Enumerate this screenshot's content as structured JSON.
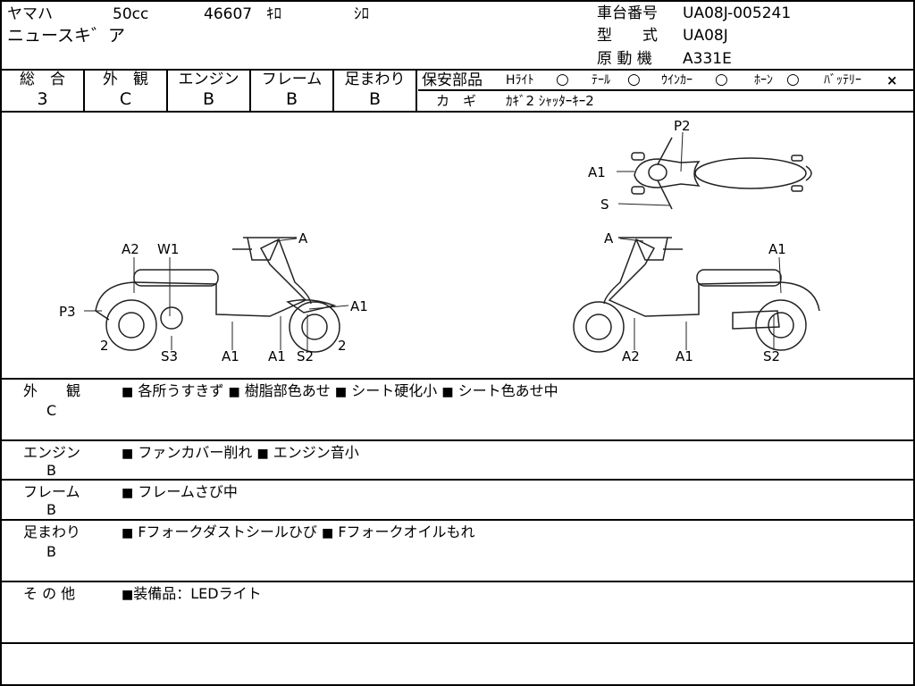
{
  "header": {
    "maker": "ヤマハ",
    "displacement": "50cc",
    "mileage": "46607",
    "mileage_unit": "ｷﾛ",
    "color": "ｼﾛ",
    "model_name": "ニュースキ゛ア",
    "chassis_label": "車台番号",
    "chassis_value": "UA08J-005241",
    "type_label": "型　　式",
    "type_value": "UA08J",
    "engine_label": "原 動 機",
    "engine_value": "A331E"
  },
  "grades": [
    {
      "label": "総　合",
      "value": "3"
    },
    {
      "label": "外　観",
      "value": "C"
    },
    {
      "label": "エンジン",
      "value": "B"
    },
    {
      "label": "フレーム",
      "value": "B"
    },
    {
      "label": "足まわり",
      "value": "B"
    }
  ],
  "safety": {
    "label": "保安部品",
    "items": [
      {
        "name": "Hﾗｲﾄ",
        "mark": "○"
      },
      {
        "name": "ﾃｰﾙ",
        "mark": "○"
      },
      {
        "name": "ｳｲﾝｶｰ",
        "mark": "○"
      },
      {
        "name": "ﾎｰﾝ",
        "mark": "○"
      },
      {
        "name": "ﾊﾞｯﾃﾘｰ",
        "mark": "×"
      }
    ],
    "key_label": "カ　ギ",
    "key_value": "ｶｷﾞ2 ｼｬｯﾀｰｷｰ2"
  },
  "diagram_labels": {
    "top_p2": "P2",
    "top_a1": "A1",
    "top_s": "S",
    "left_a": "A",
    "left_a2": "A2",
    "left_w1": "W1",
    "left_a1_right": "A1",
    "left_p3": "P3",
    "left_2a": "2",
    "left_2b": "2",
    "left_s3": "S3",
    "left_a1_b1": "A1",
    "left_a1_b2": "A1",
    "left_s2": "S2",
    "right_a": "A",
    "right_a1_top": "A1",
    "right_a2": "A2",
    "right_a1_b": "A1",
    "right_s2": "S2"
  },
  "bullet": "■",
  "remarks": [
    {
      "label": "外　　観",
      "grade": "C",
      "items": [
        "各所うすきず",
        "樹脂部色あせ",
        "シート硬化小",
        "シート色あせ中"
      ]
    },
    {
      "label": "エンジン",
      "grade": "B",
      "items": [
        "ファンカバー削れ",
        "エンジン音小"
      ]
    },
    {
      "label": "フレーム",
      "grade": "B",
      "items": [
        "フレームさび中"
      ]
    },
    {
      "label": "足まわり",
      "grade": "B",
      "items": [
        "Fフォークダストシールひび",
        "Fフォークオイルもれ"
      ]
    },
    {
      "label": "そ の 他",
      "grade": "",
      "items": [
        "装備品：LEDライト"
      ]
    }
  ]
}
